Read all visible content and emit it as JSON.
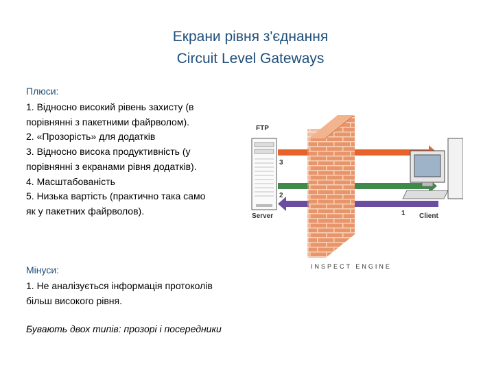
{
  "title_line1": "Екрани рівня з'єднання",
  "title_line2": "Circuit Level Gateways",
  "pros": {
    "heading": "Плюси:",
    "items": [
      "1. Відносно високий рівень захисту (в порівнянні з пакетними файрволом).",
      "2. «Прозорість» для додатків",
      "3. Відносно висока продуктивність (у порівнянні з екранами рівня додатків).",
      "4. Масштабованість",
      "5. Низька вартість (практично така само як у пакетних файрволов)."
    ]
  },
  "cons": {
    "heading": "Мінуси:",
    "items": [
      "1. Не аналізується інформація протоколів більш високого рівня."
    ]
  },
  "footer_note": "Бувають двох типів: прозорі і посередники",
  "diagram": {
    "server_protocol_label": "FTP",
    "server_label": "Server",
    "client_label": "Client",
    "firewall_caption": "INSPECT ENGINE",
    "arrow_numbers": [
      "3",
      "2",
      "1"
    ],
    "colors": {
      "arrow_orange": "#e8632a",
      "arrow_green": "#3f8a4a",
      "arrow_purple": "#6b4ea0",
      "brick": "#e9956b",
      "mortar": "#f6d2b8"
    }
  }
}
